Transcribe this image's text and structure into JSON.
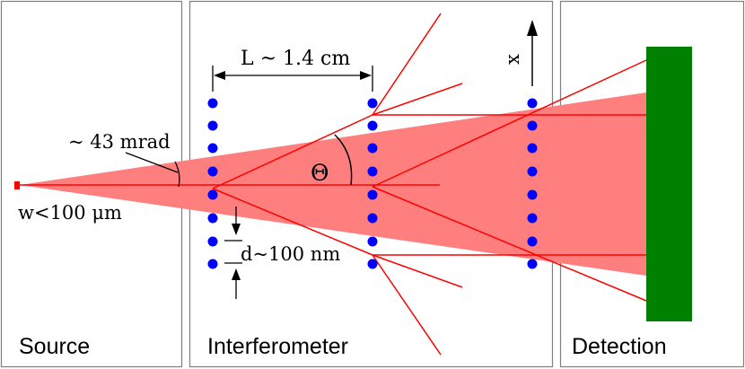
{
  "panels": {
    "source": "Source",
    "interferometer": "Interferometer",
    "detection": "Detection"
  },
  "annotations": {
    "length": "L ~ 1.4 cm",
    "angle": "~ 43 mrad",
    "theta": "Θ",
    "width": "w<100 μm",
    "period": "d~100 nm",
    "x_axis": "x"
  },
  "colors": {
    "beam_fill": "#ff7f7f",
    "ray": "#ff0000",
    "grating_dot": "#0000ff",
    "detector": "#008000",
    "frame": "#7f7f7f"
  }
}
